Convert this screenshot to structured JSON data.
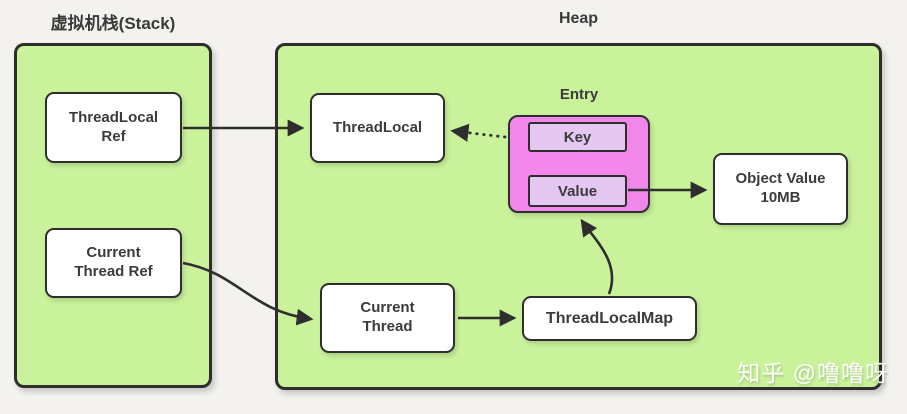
{
  "colors": {
    "canvas_bg": "#f3f2ef",
    "region_fill": "#c9f29b",
    "region_border": "#2e2e2e",
    "node_fill": "#ffffff",
    "entry_fill": "#f287ea",
    "entry_item_fill": "#e5c8f2",
    "text": "#3b3b3b",
    "watermark": "#ffffff"
  },
  "stack": {
    "title": "虚拟机栈(Stack)",
    "nodes": [
      {
        "label": "ThreadLocal\nRef"
      },
      {
        "label": "Current\nThread Ref"
      }
    ]
  },
  "heap": {
    "title": "Heap",
    "threadlocal_label": "ThreadLocal",
    "entry": {
      "title": "Entry",
      "key_label": "Key",
      "value_label": "Value"
    },
    "object_value_label": "Object Value\n10MB",
    "current_thread_label": "Current\nThread",
    "threadlocalmap_label": "ThreadLocalMap"
  },
  "watermark": "知乎 @噜噜呀"
}
